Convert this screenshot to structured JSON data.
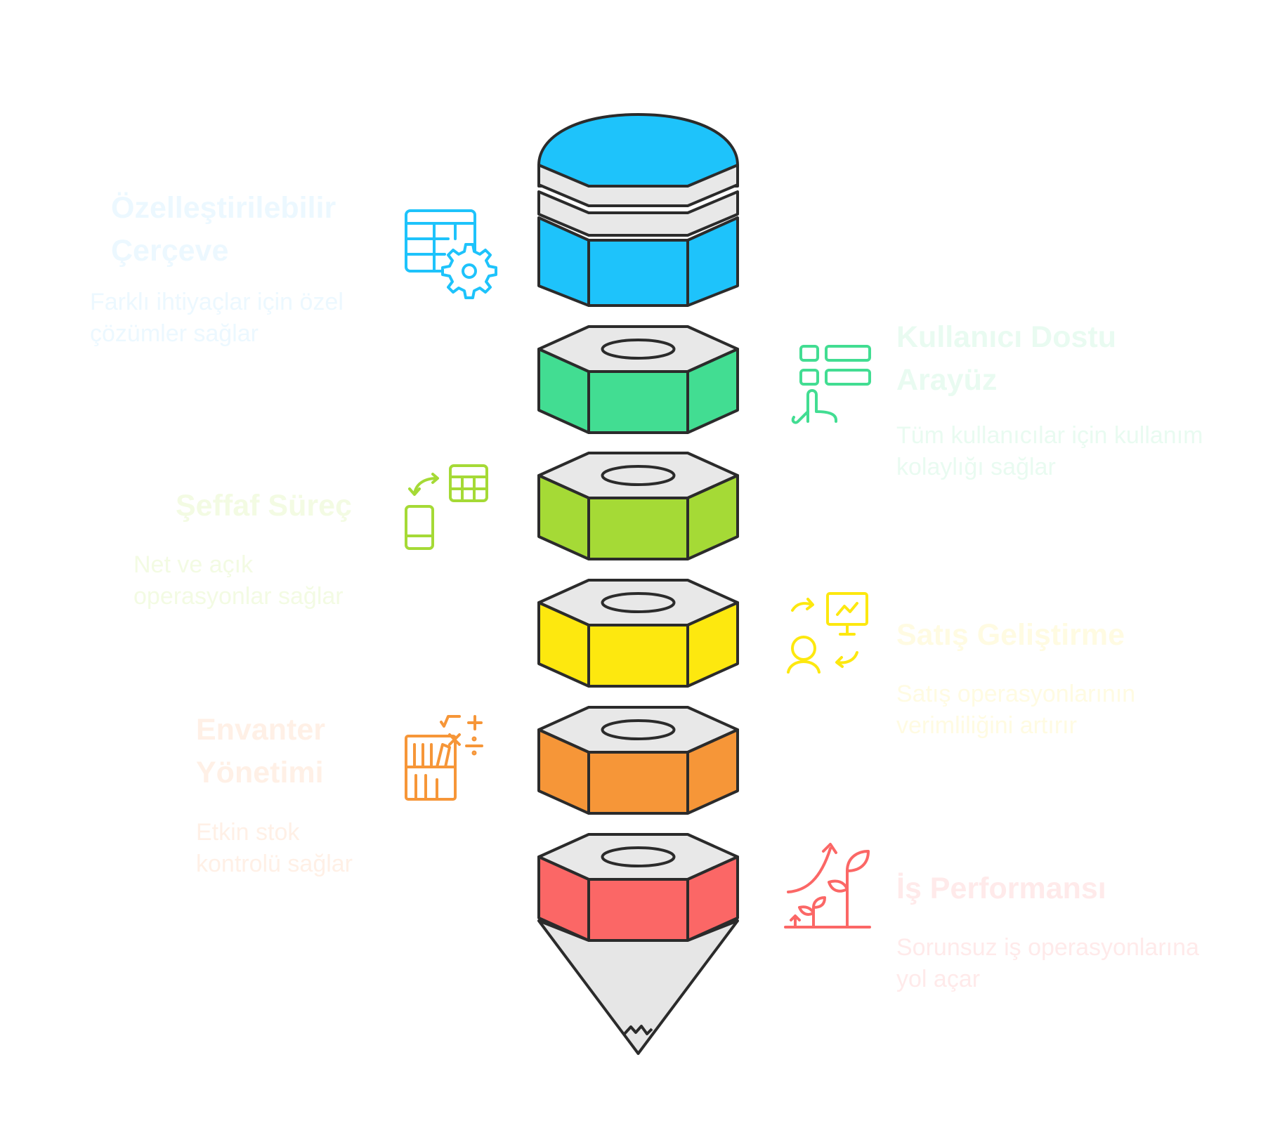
{
  "colors": {
    "outline": "#2b2b2b",
    "metal": "#e8e8e8",
    "tip": "#e6e6e6"
  },
  "steps": [
    {
      "title": "Özelleştirilebilir Çerçeve",
      "title_lines": [
        "Özelleştirilebilir",
        "Çerçeve"
      ],
      "desc_lines": [
        "Farklı ihtiyaçlar için özel",
        "çözümler sağlar"
      ],
      "icon": "table-settings-icon",
      "color": "#1ec3fb",
      "text_color": "#ecf8ff"
    },
    {
      "title": "Kullanıcı Dostu Arayüz",
      "title_lines": [
        "Kullanıcı Dostu",
        "Arayüz"
      ],
      "desc_lines": [
        "Tüm kullanıcılar için kullanım",
        "kolaylığı sağlar"
      ],
      "icon": "touch-interface-icon",
      "color": "#42dd92",
      "text_color": "#e9fbf1"
    },
    {
      "title": "Şeffaf Süreç",
      "title_lines": [
        "Şeffaf Süreç"
      ],
      "desc_lines": [
        "Net ve açık",
        "operasyonlar sağlar"
      ],
      "icon": "device-sync-icon",
      "color": "#a5da36",
      "text_color": "#f3fbe3"
    },
    {
      "title": "Satış Geliştirme",
      "title_lines": [
        "Satış Geliştirme"
      ],
      "desc_lines": [
        "Satış operasyonlarının",
        "verimliliğini artırır"
      ],
      "icon": "sales-presentation-icon",
      "color": "#fde80f",
      "text_color": "#fffbe2"
    },
    {
      "title": "Envanter Yönetimi",
      "title_lines": [
        "Envanter",
        "Yönetimi"
      ],
      "desc_lines": [
        "Etkin stok",
        "kontrolü sağlar"
      ],
      "icon": "inventory-math-icon",
      "color": "#f69638",
      "text_color": "#fff0e6"
    },
    {
      "title": "İş Performansı",
      "title_lines": [
        "İş Performansı"
      ],
      "desc_lines": [
        "Sorunsuz iş operasyonlarına",
        "yol açar"
      ],
      "icon": "growth-plant-icon",
      "color": "#fb6766",
      "text_color": "#ffeaea"
    }
  ]
}
